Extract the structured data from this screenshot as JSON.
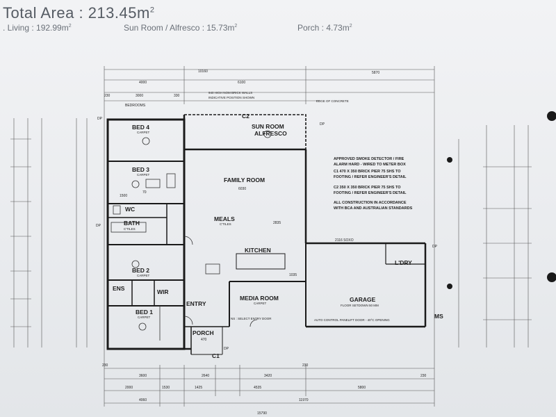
{
  "header": {
    "title_prefix": "Total Area : ",
    "title_value": "213.45",
    "title_unit": "m",
    "title_sup": "2",
    "living": ". Living : 192.99m",
    "sun_room": "Sun Room / Alfresco : 15.73m",
    "porch": "Porch : 4.73m",
    "sup2": "2"
  },
  "rooms": {
    "bed4": "BED 4",
    "bed3": "BED 3",
    "wc": "WC",
    "bath": "BATH",
    "bed2": "BED 2",
    "ens": "ENS",
    "wir": "WIR",
    "bed1": "BED 1",
    "entry": "ENTRY",
    "porch": "PORCH",
    "family": "FAMILY  ROOM",
    "meals": "MEALS",
    "kitchen": "KITCHEN",
    "media": "MEDIA ROOM",
    "garage": "GARAGE",
    "laundry": "L'DRY",
    "sun1": "SUN ROOM",
    "sun2": "ALFRESCO",
    "bedrooms": "BEDROOMS"
  },
  "room_notes": {
    "carpet": "CARPET",
    "tiles": "C'TILES",
    "garage_floor": "FLOOR SETDOWN 50 MM",
    "ns": "NS : SELECT ENTRY DOOR",
    "brick_walls": "940 HIGH NOM BRICK WALLS",
    "indicative": "INDICATIVE POSITION SHOWN",
    "edge": "EDGE OF CONCRETE",
    "auto": "AUTO CONTROL PANELIFT DOOR - 40°C OPENING"
  },
  "notes": [
    "APPROVED SMOKE DETECTOR / FIRE",
    "ALARM HARD - WIRED TO METER BOX",
    "C1  470 X 350 BRICK PIER 75 SHS TO",
    "FOOTING / REFER ENGINEER'S DETAIL",
    "C2  350 X 350 BRICK PIER 75 SHS TO",
    "FOOTING / REFER ENGINEER'S DETAIL",
    "ALL CONSTRUCTION IN ACCORDANCE",
    "WITH BCA AND AUSTRALIAN STANDARDS"
  ],
  "labels": {
    "c1": "C1",
    "c2": "C2",
    "ms": "MS",
    "dp": "DP"
  },
  "dims_top": {
    "overall": "10160",
    "a": "4000",
    "b": "6100",
    "c": "5870",
    "d": "230",
    "e": "3000",
    "f": "330"
  },
  "dims_bottom": {
    "row1": [
      "230",
      "3600",
      "2640",
      "3420",
      "230",
      "230"
    ],
    "row2": [
      "2000",
      "1530",
      "1425",
      "4535",
      "5800"
    ],
    "row3": [
      "4060",
      "11970"
    ],
    "row4": [
      "15790"
    ]
  },
  "dims_inner": {
    "d2835": "2835",
    "d1035": "1035",
    "d2116": "2116 SOXO",
    "d6030": "6030",
    "d1500": "1500",
    "d70": "70",
    "d470": "470"
  }
}
